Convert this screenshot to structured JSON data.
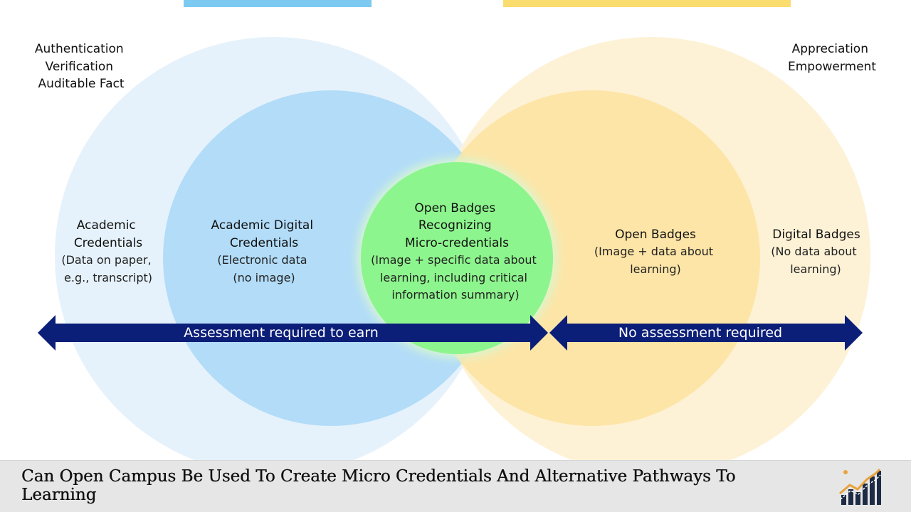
{
  "colors": {
    "outer_blue": "#e3f1fb",
    "inner_blue": "#aedaf7",
    "outer_yellow": "#fdf1d2",
    "inner_yellow": "#fde3a0",
    "center_green": "#8df58d",
    "arrow_navy": "#0b1e78",
    "top_bar_blue": "#7ccaf2",
    "top_bar_yellow": "#fbdc6e",
    "footer_bg": "#e6e6e6"
  },
  "diagram": {
    "left_top_lines": [
      "Authentication",
      "Verification",
      "Auditable Fact"
    ],
    "right_top_lines": [
      "Appreciation",
      "Empowerment"
    ],
    "academic_credentials": {
      "title_lines": [
        "Academic",
        "Credentials"
      ],
      "desc_lines": [
        "(Data on paper,",
        "e.g., transcript)"
      ]
    },
    "academic_digital": {
      "title_lines": [
        "Academic Digital",
        "Credentials"
      ],
      "desc_lines": [
        "(Electronic data",
        "(no image)"
      ]
    },
    "open_badges_micro": {
      "title_lines": [
        "Open Badges",
        "Recognizing",
        "Micro-credentials"
      ],
      "desc_lines": [
        "(Image + specific data about",
        "learning, including critical",
        "information summary)"
      ]
    },
    "open_badges": {
      "title_lines": [
        "Open Badges"
      ],
      "desc_lines": [
        "(Image + data about",
        "learning)"
      ]
    },
    "digital_badges": {
      "title_lines": [
        "Digital Badges"
      ],
      "desc_lines": [
        "(No data about",
        "learning)"
      ]
    },
    "arrow_left_label": "Assessment required to earn",
    "arrow_right_label": "No assessment required"
  },
  "footer": {
    "title": "Can Open Campus Be Used To Create Micro Credentials And Alternative Pathways To Learning",
    "logo_icon": "growth-chart-icon"
  }
}
